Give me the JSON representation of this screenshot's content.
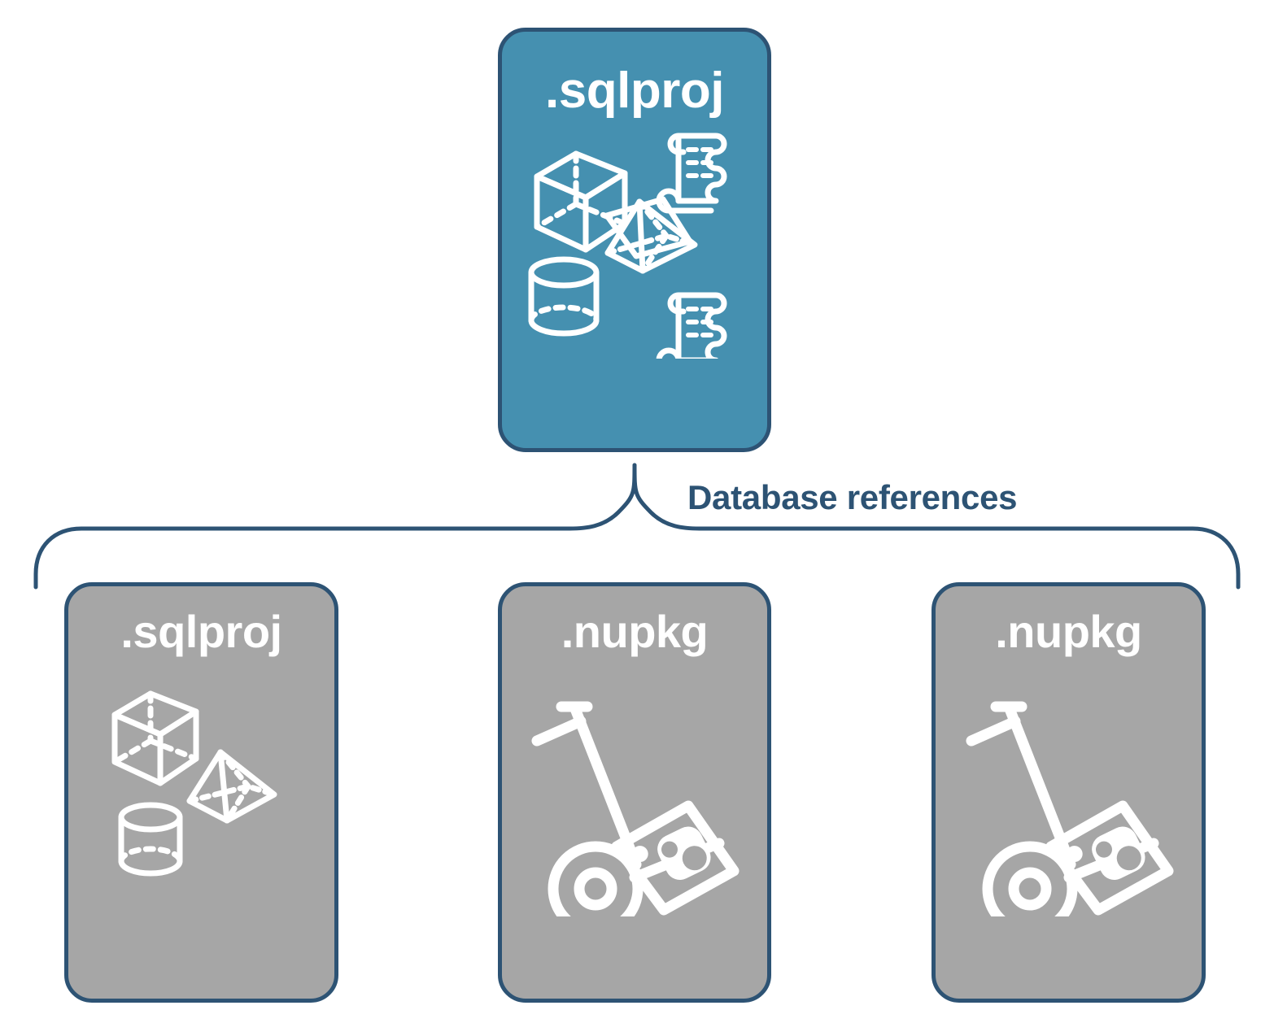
{
  "diagram": {
    "title": "Database references",
    "colors": {
      "primary_fill": "#4590b0",
      "secondary_fill": "#a6a6a6",
      "stroke": "#2d5374",
      "icon": "#ffffff",
      "background": "#ffffff"
    },
    "connector": {
      "label": "Database references",
      "kind": "curly-brace"
    },
    "nodes": {
      "root": {
        "label": ".sqlproj",
        "fill": "primary",
        "icons": [
          "cube-wireframe-icon",
          "pyramid-wireframe-icon",
          "cylinder-wireframe-icon",
          "script-scroll-icon",
          "script-scroll-icon"
        ]
      },
      "references": [
        {
          "label": ".sqlproj",
          "fill": "secondary",
          "icons": [
            "cube-wireframe-icon",
            "pyramid-wireframe-icon",
            "cylinder-wireframe-icon"
          ]
        },
        {
          "label": ".nupkg",
          "fill": "secondary",
          "icons": [
            "hand-truck-package-icon"
          ]
        },
        {
          "label": ".nupkg",
          "fill": "secondary",
          "icons": [
            "hand-truck-package-icon"
          ]
        }
      ]
    }
  }
}
